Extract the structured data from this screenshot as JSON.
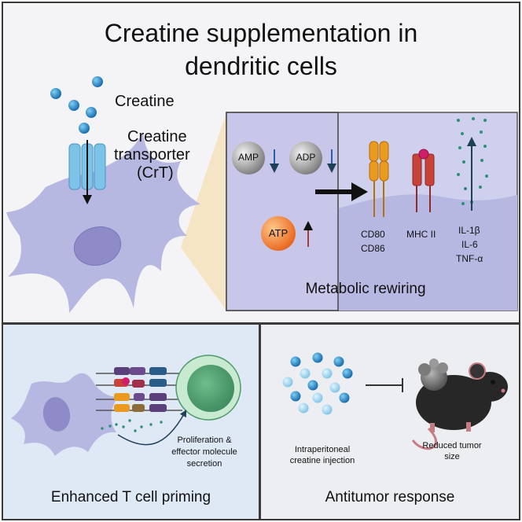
{
  "title_line1": "Creatine supplementation in",
  "title_line2": "dendritic cells",
  "labels": {
    "creatine": "Creatine",
    "crt_line1": "Creatine",
    "crt_line2": "transporter",
    "crt_line3": "(CrT)",
    "amp": "AMP",
    "adp": "ADP",
    "atp": "ATP",
    "cd80": "CD80",
    "cd86": "CD86",
    "mhc": "MHC II",
    "il1b": "IL-1β",
    "il6": "IL-6",
    "tnfa": "TNF-α",
    "metabolic": "Metabolic rewiring",
    "prolif_line1": "Proliferation &",
    "prolif_line2": "effector molecule",
    "prolif_line3": "secretion",
    "injection_line1": "Intraperitoneal",
    "injection_line2": "creatine injection",
    "tumor_line1": "Reduced tumor",
    "tumor_line2": "size"
  },
  "panel_titles": {
    "left": "Enhanced T cell priming",
    "right": "Antitumor response"
  },
  "colors": {
    "cell_purple": "#b7b8e2",
    "nucleus_purple": "#8f8bc9",
    "creatine_blue": "#2b88c8",
    "orange_receptor": "#e99a1f",
    "red_receptor": "#c8423a",
    "teal_dots": "#2e8f78",
    "down_arrow": "#2b5fa3",
    "up_arrow": "#a83a3a"
  },
  "icons": [
    "creatine-molecule-icon",
    "transporter-channel-icon",
    "dendritic-cell-icon",
    "t-cell-icon",
    "mouse-icon",
    "tumor-icon",
    "inhibition-arrow-icon"
  ]
}
